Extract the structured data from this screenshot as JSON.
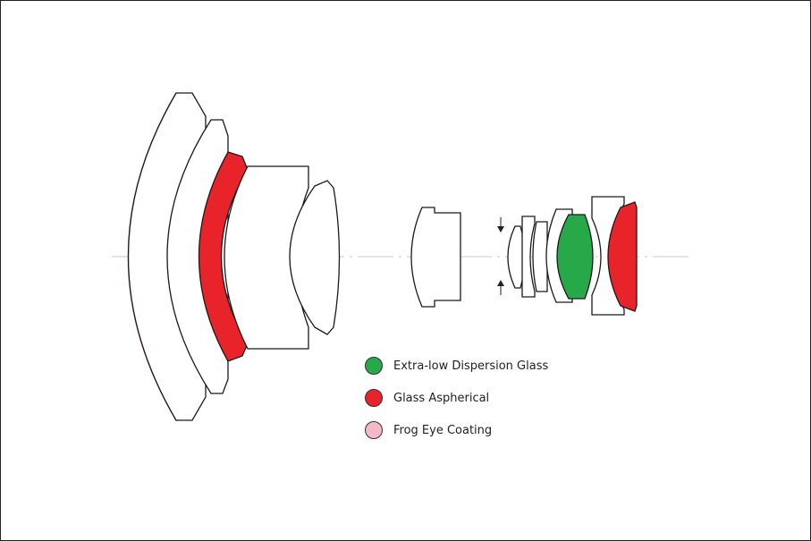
{
  "legend": {
    "items": [
      {
        "label": "Extra-low Dispersion Glass",
        "color": "#27a849",
        "icon": "green-dot-icon"
      },
      {
        "label": "Glass Aspherical",
        "color": "#e8232a",
        "icon": "red-dot-icon"
      },
      {
        "label": "Frog Eye Coating",
        "color": "#f5b8c8",
        "icon": "pink-dot-icon"
      }
    ]
  }
}
